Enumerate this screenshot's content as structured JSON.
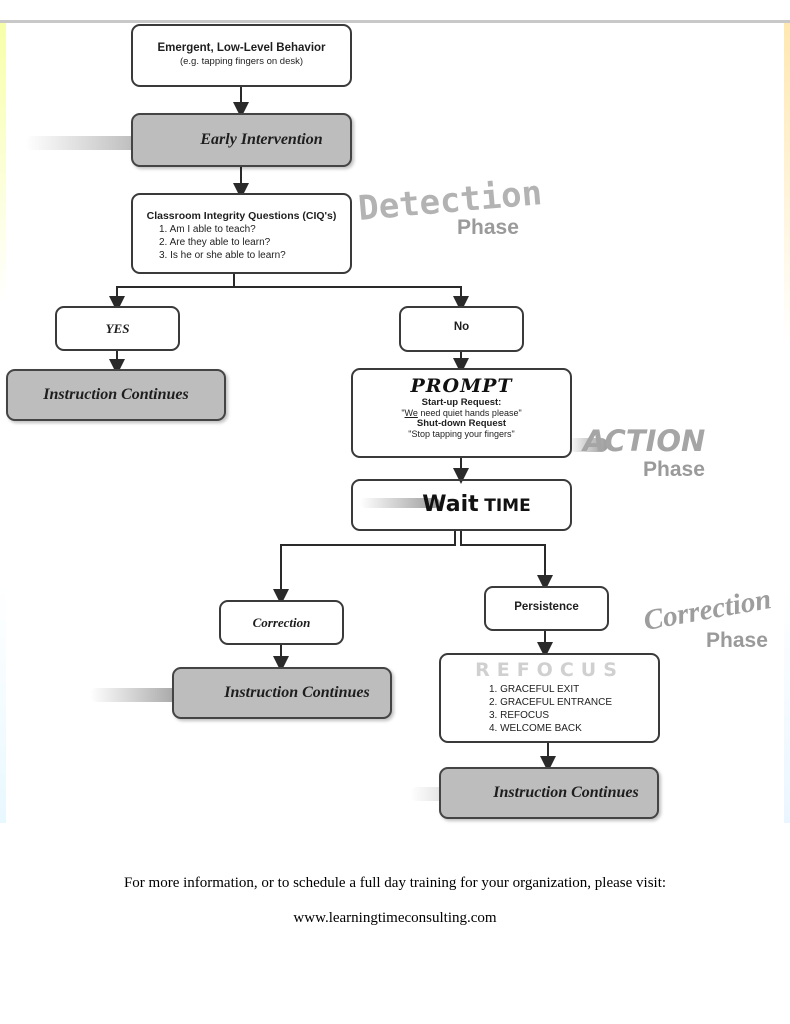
{
  "flowchart": {
    "start": {
      "title": "Emergent, Low-Level Behavior",
      "subtitle": "(e.g. tapping fingers on desk)"
    },
    "early_intervention": "Early Intervention",
    "ciq": {
      "title": "Classroom Integrity Questions (CIQ's)",
      "items": [
        "1.  Am I able to teach?",
        "2.  Are they able to learn?",
        "3.  Is he or she able to learn?"
      ]
    },
    "yes": "YES",
    "no": "No",
    "instruction_continues": "Instruction Continues",
    "prompt": {
      "heading": "PROMPT",
      "startup_label": "Start-up Request:",
      "startup_quote_we": "We",
      "startup_quote_rest": " need quiet hands please\"",
      "startup_quote_open": "\"",
      "shutdown_label": "Shut-down Request",
      "shutdown_quote": "\"Stop tapping your fingers\""
    },
    "wait_time": {
      "wait": "Wait",
      "time": "TIME"
    },
    "correction": "Correction",
    "persistence": "Persistence",
    "refocus": {
      "heading": "REFOCUS",
      "items": [
        "1.  GRACEFUL EXIT",
        "2.  GRACEFUL ENTRANCE",
        "3.  REFOCUS",
        "4.  WELCOME BACK"
      ]
    }
  },
  "phases": {
    "detection": {
      "big": "Detection",
      "word": "Phase"
    },
    "action": {
      "big": "ACTION",
      "word": "Phase"
    },
    "correction": {
      "big": "Correction",
      "word": "Phase"
    }
  },
  "footer": {
    "line1": "For more information, or to schedule a full day training for your organization, please visit:",
    "line2": "www.learningtimeconsulting.com"
  }
}
